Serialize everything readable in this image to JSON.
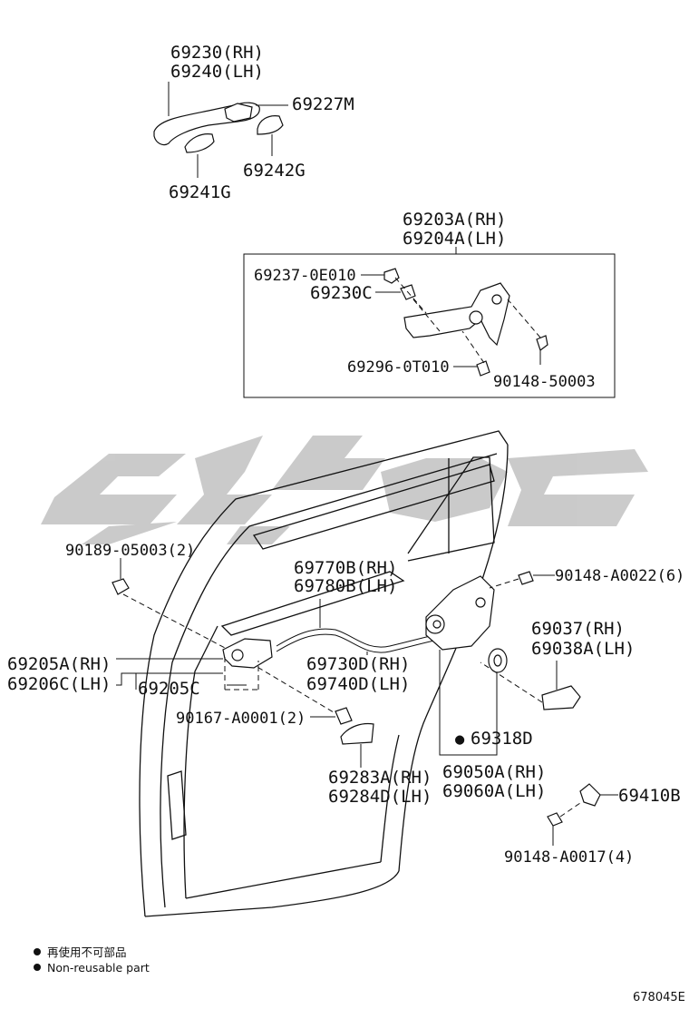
{
  "parts": {
    "handle_rh": "69230(RH)",
    "handle_lh": "69240(LH)",
    "handle_cap": "69227M",
    "pad_right": "69242G",
    "pad_left": "69241G",
    "frame_rh": "69203A(RH)",
    "frame_lh": "69204A(LH)",
    "bushing": "69237-0E010",
    "cover": "69230C",
    "screw_frame": "69296-0T010",
    "bolt_frame": "90148-50003",
    "clip": "90189-05003(2)",
    "cable_rh": "69770B(RH)",
    "cable_lh": "69780B(LH)",
    "bolt_lock": "90148-A0022(6)",
    "inner_rh": "69205A(RH)",
    "inner_lh": "69206C(LH)",
    "inner_cover": "69205C",
    "rod_rh": "69730D(RH)",
    "rod_lh": "69740D(LH)",
    "motor_rh": "69037(RH)",
    "motor_lh": "69038A(LH)",
    "screw_inner": "90167-A0001(2)",
    "grommet": "69318D",
    "lock_rh": "69050A(RH)",
    "lock_lh": "69060A(LH)",
    "bezel_rh": "69283A(RH)",
    "bezel_lh": "69284D(LH)",
    "striker": "69410B",
    "bolt_striker": "90148-A0017(4)"
  },
  "legend": {
    "marker": "●",
    "line_cn": "再使用不可部品",
    "line_en": "Non-reusable part"
  },
  "diagram_code": "678045E",
  "watermark_color": "#c8c8c8"
}
